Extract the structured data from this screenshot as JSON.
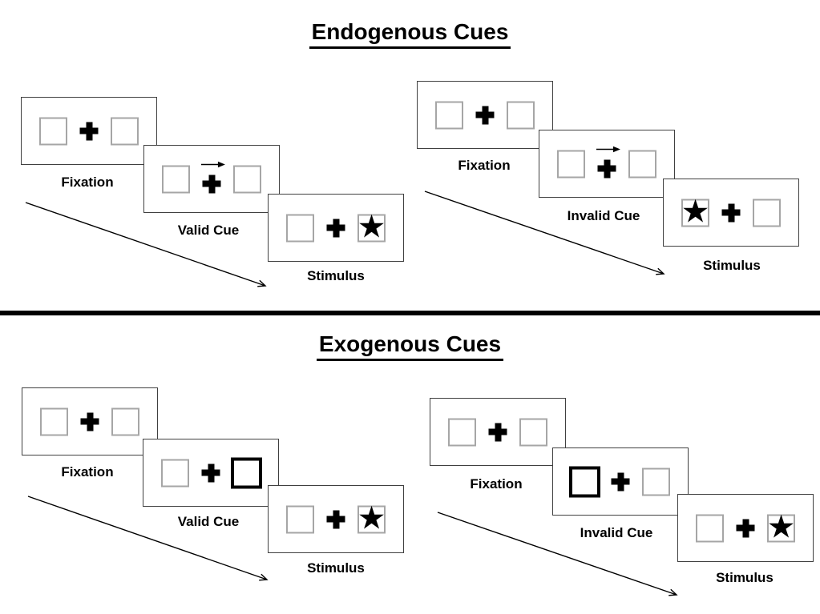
{
  "glyphs": {
    "star": "★"
  },
  "colors": {
    "ink": "#000000",
    "panel_border": "#404040",
    "box_border": "#a6a6a6",
    "background": "#ffffff"
  },
  "sections": [
    {
      "title": "Endogenous Cues",
      "groups": [
        {
          "name": "valid",
          "steps": [
            {
              "label": "Fixation",
              "type": "fixation"
            },
            {
              "label": "Valid Cue",
              "type": "central-arrow-cue",
              "cue_direction": "right"
            },
            {
              "label": "Stimulus",
              "type": "stimulus",
              "target_side": "right"
            }
          ]
        },
        {
          "name": "invalid",
          "steps": [
            {
              "label": "Fixation",
              "type": "fixation"
            },
            {
              "label": "Invalid Cue",
              "type": "central-arrow-cue",
              "cue_direction": "right"
            },
            {
              "label": "Stimulus",
              "type": "stimulus",
              "target_side": "left"
            }
          ]
        }
      ]
    },
    {
      "title": "Exogenous Cues",
      "groups": [
        {
          "name": "valid",
          "steps": [
            {
              "label": "Fixation",
              "type": "fixation"
            },
            {
              "label": "Valid Cue",
              "type": "peripheral-box-cue",
              "cued_side": "right"
            },
            {
              "label": "Stimulus",
              "type": "stimulus",
              "target_side": "right"
            }
          ]
        },
        {
          "name": "invalid",
          "steps": [
            {
              "label": "Fixation",
              "type": "fixation"
            },
            {
              "label": "Invalid Cue",
              "type": "peripheral-box-cue",
              "cued_side": "left"
            },
            {
              "label": "Stimulus",
              "type": "stimulus",
              "target_side": "right"
            }
          ]
        }
      ]
    }
  ]
}
